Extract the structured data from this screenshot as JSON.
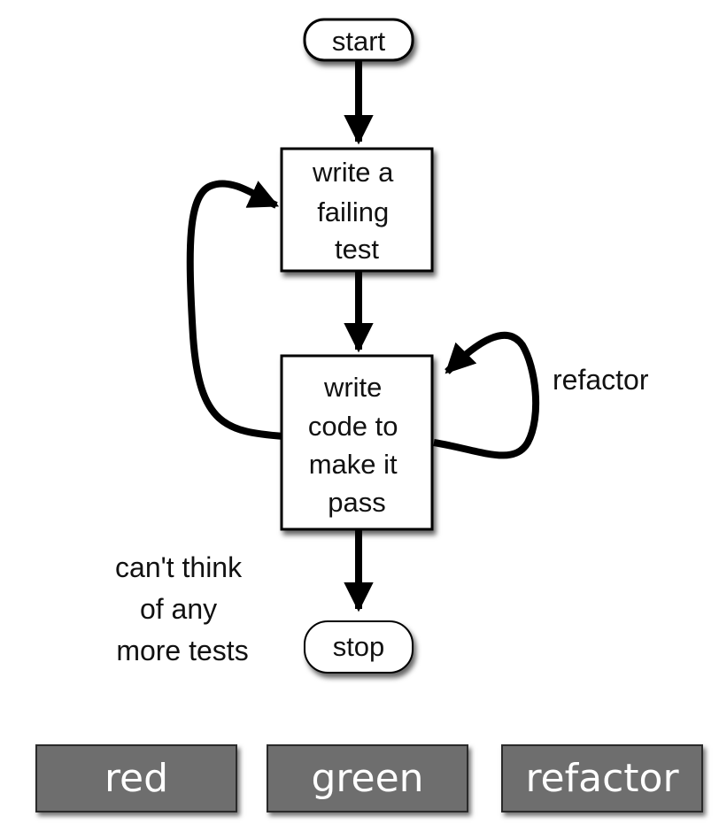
{
  "diagram": {
    "nodes": {
      "start": {
        "label": [
          "start"
        ]
      },
      "write_test": {
        "label": [
          "write a",
          "failing",
          "test"
        ]
      },
      "write_code": {
        "label": [
          "write",
          "code to",
          "make it",
          "pass"
        ]
      },
      "stop": {
        "label": [
          "stop"
        ]
      }
    },
    "edge_labels": {
      "refactor": [
        "refactor"
      ],
      "cant_think": [
        "can't think",
        "of any",
        "more tests"
      ]
    }
  },
  "legend": {
    "red": "red",
    "green": "green",
    "refactor": "refactor"
  },
  "colors": {
    "legend_fill": "#6e6e6e",
    "legend_text": "#ffffff",
    "node_fill": "#ffffff",
    "stroke": "#000000"
  }
}
